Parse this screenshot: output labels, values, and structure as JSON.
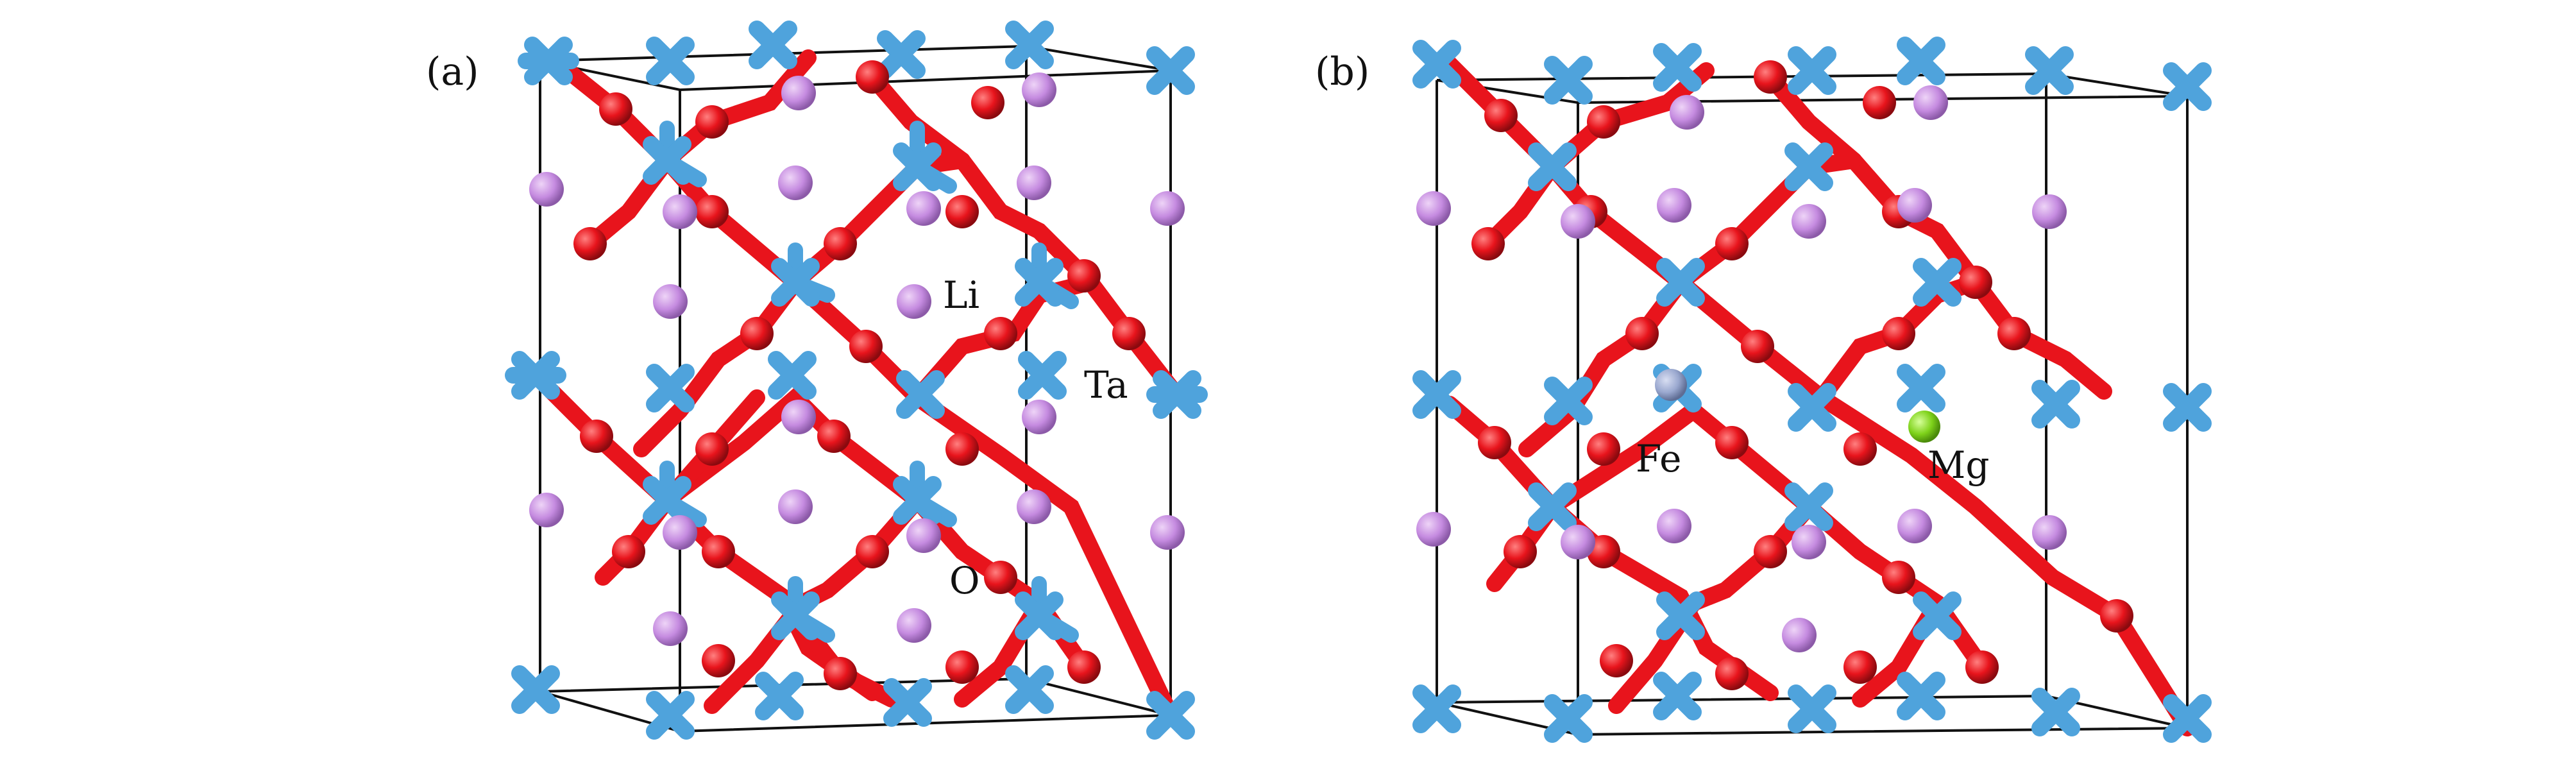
{
  "panels": [
    {
      "id": "a",
      "label": "(a)",
      "element_labels": [
        "Li",
        "Ta",
        "O"
      ],
      "dopant": false
    },
    {
      "id": "b",
      "label": "(b)",
      "element_labels": [
        "Fe",
        "Mg"
      ],
      "dopant": true
    }
  ],
  "colors": {
    "ta": "#4fa3dc",
    "o": "#e8141c",
    "li": "#c58be0",
    "fe": "#9aa8cf",
    "mg": "#7ed21a",
    "cell_edge": "#111111"
  }
}
